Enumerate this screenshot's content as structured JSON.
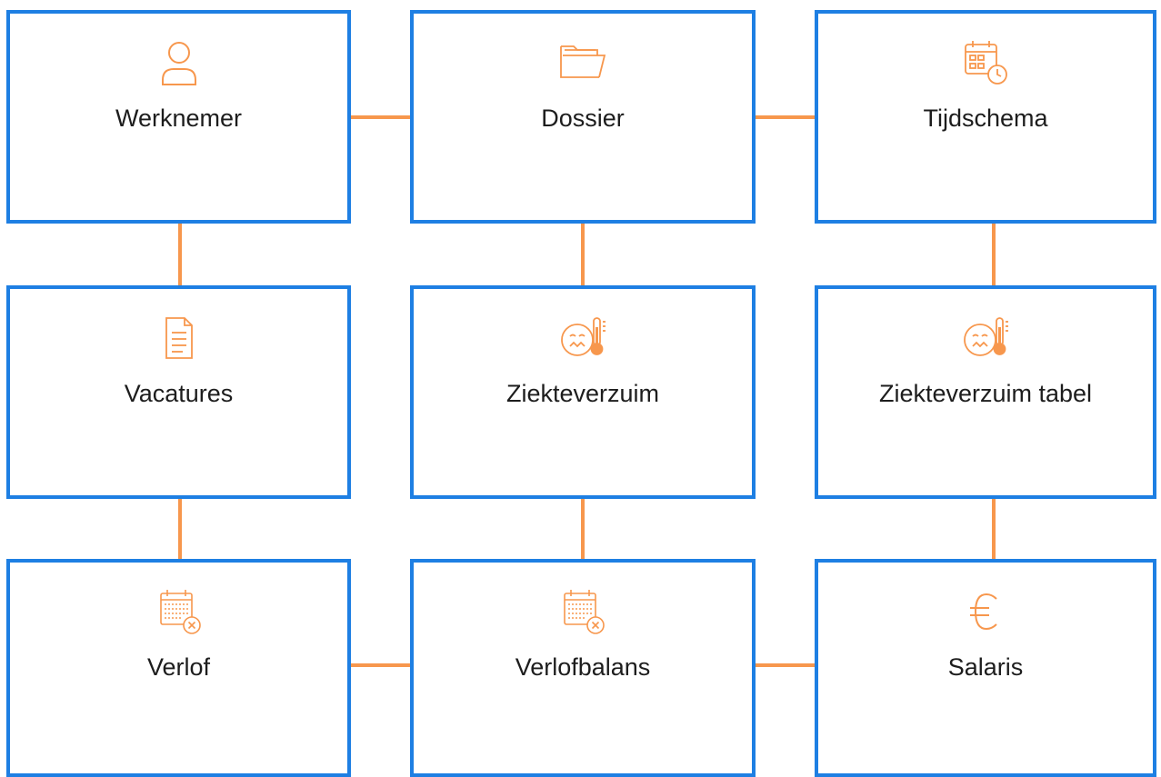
{
  "accent_color": "#f7974d",
  "border_color": "#1e7fe3",
  "tiles": [
    {
      "label": "Werknemer",
      "icon": "user-icon"
    },
    {
      "label": "Dossier",
      "icon": "folder-icon"
    },
    {
      "label": "Tijdschema",
      "icon": "calendar-clock-icon"
    },
    {
      "label": "Vacatures",
      "icon": "document-icon"
    },
    {
      "label": "Ziekteverzuim",
      "icon": "sick-thermometer-icon"
    },
    {
      "label": "Ziekteverzuim tabel",
      "icon": "sick-thermometer-icon"
    },
    {
      "label": "Verlof",
      "icon": "calendar-cancel-icon"
    },
    {
      "label": "Verlofbalans",
      "icon": "calendar-cancel-icon"
    },
    {
      "label": "Salaris",
      "icon": "euro-icon"
    }
  ]
}
